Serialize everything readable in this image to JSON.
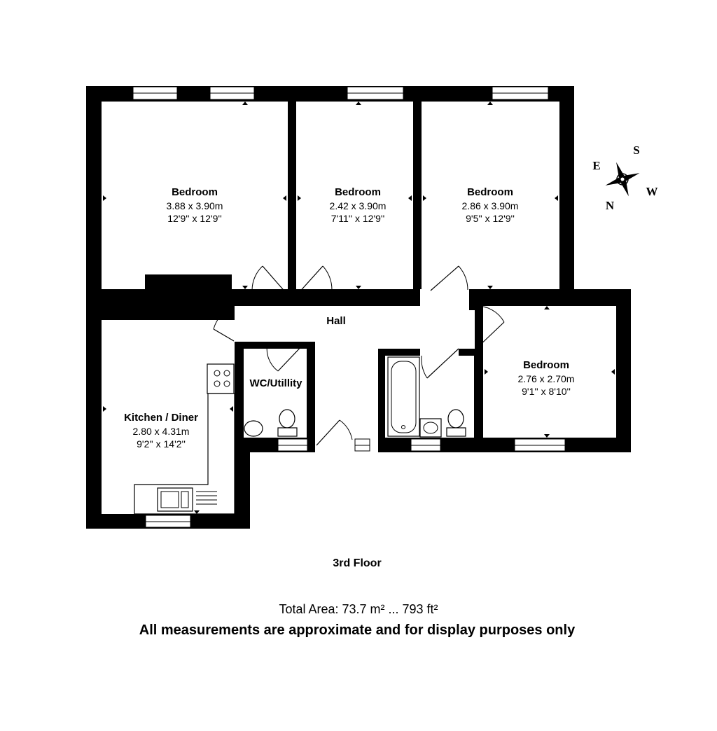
{
  "rooms": [
    {
      "id": "bedroom-1",
      "name": "Bedroom",
      "metric": "3.88 x 3.90m",
      "imperial": "12'9'' x 12'9''"
    },
    {
      "id": "bedroom-2",
      "name": "Bedroom",
      "metric": "2.42 x 3.90m",
      "imperial": "7'11'' x 12'9''"
    },
    {
      "id": "bedroom-3",
      "name": "Bedroom",
      "metric": "2.86 x 3.90m",
      "imperial": "9'5'' x 12'9''"
    },
    {
      "id": "bedroom-4",
      "name": "Bedroom",
      "metric": "2.76 x 2.70m",
      "imperial": "9'1'' x 8'10''"
    },
    {
      "id": "kitchen-diner",
      "name": "Kitchen / Diner",
      "metric": "2.80 x 4.31m",
      "imperial": "9'2'' x 14'2''"
    },
    {
      "id": "hall",
      "name": "Hall"
    },
    {
      "id": "wc-utility",
      "name": "WC/Utillity"
    }
  ],
  "floor_label": "3rd Floor",
  "total_area": "Total Area: 73.7 m² ... 793 ft²",
  "disclaimer": "All measurements are approximate and for display purposes only",
  "compass": {
    "e": "E",
    "s": "S",
    "w": "W",
    "n": "N"
  },
  "colors": {
    "wall": "#000000",
    "background": "#ffffff"
  }
}
